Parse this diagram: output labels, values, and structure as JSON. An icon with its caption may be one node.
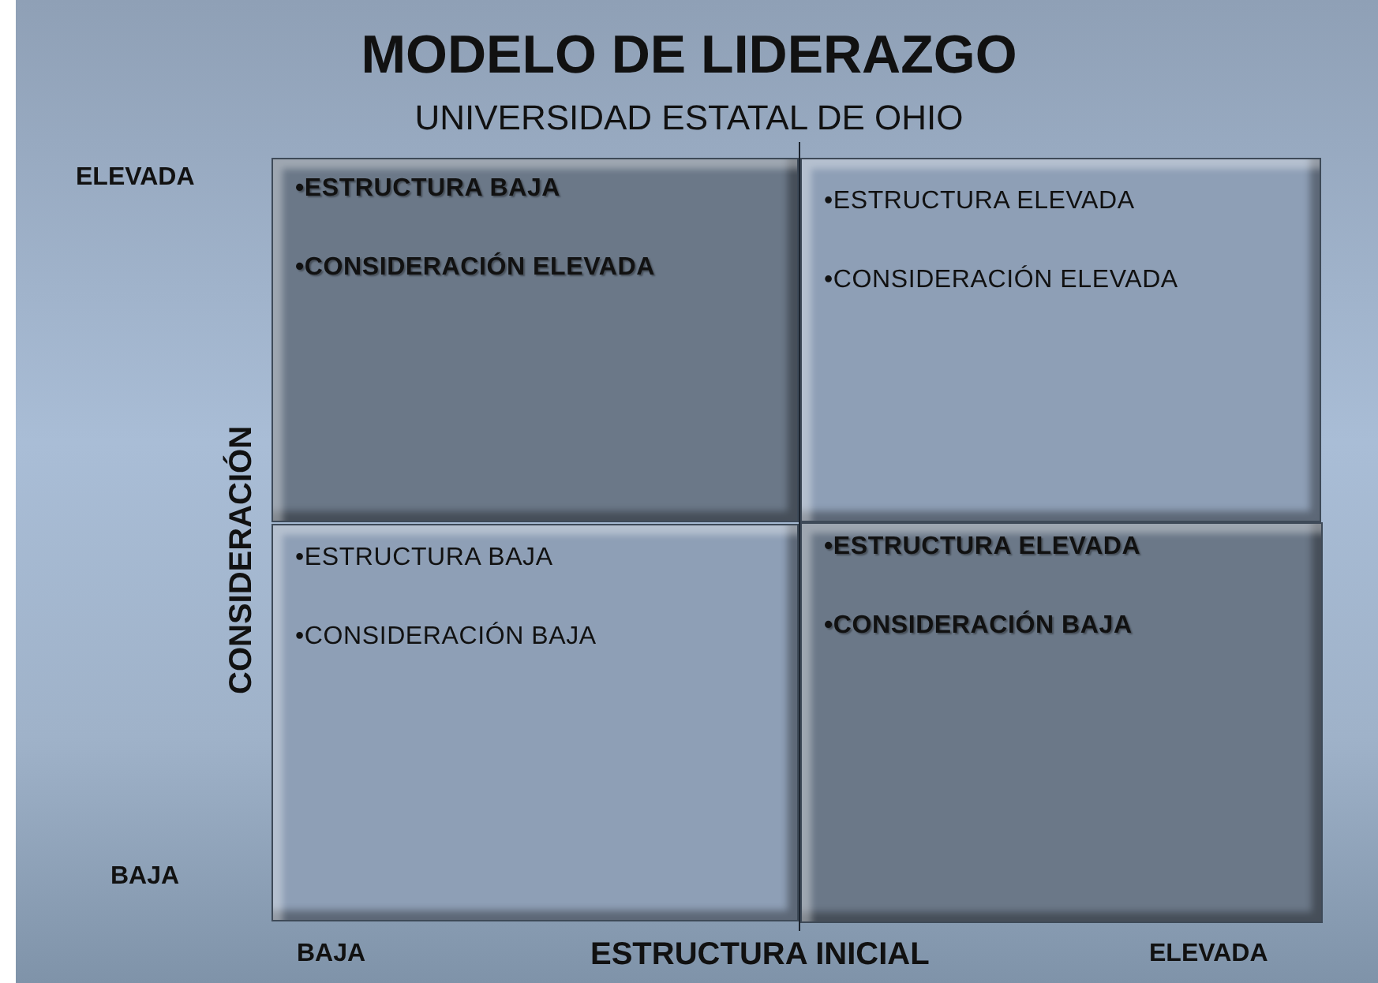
{
  "diagram": {
    "title": "MODELO DE LIDERAZGO",
    "nodes": [
      {
        "text": [
          "•ESTRUCTURA BAJA",
          "•CONSIDERACIÓN ELEVADA"
        ]
      },
      {
        "text": [
          "•ESTRUCTURA ELEVADA",
          "•CONSIDERACIÓN ELEVADA"
        ]
      },
      {
        "text": [
          "•ESTRUCTURA BAJA",
          "•CONSIDERACIÓN BAJA"
        ]
      },
      {
        "text": [
          "•ESTRUCTURA ELEVADA",
          "•CONSIDERACIÓN BAJA"
        ]
      }
    ],
    "edges": [],
    "labels": [
      "UNIVERSIDAD ESTATAL DE OHIO",
      "ELEVADA",
      "CONSIDERACIÓN",
      "BAJA",
      "BAJA",
      "ESTRUCTURA INICIAL",
      "ELEVADA"
    ]
  }
}
